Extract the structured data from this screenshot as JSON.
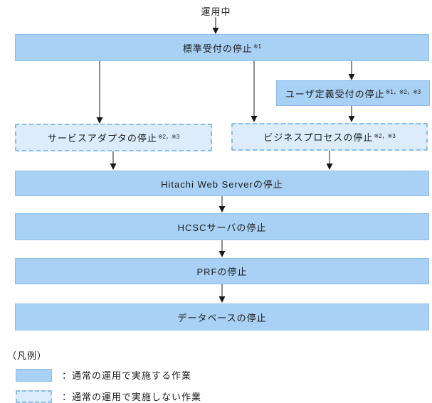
{
  "diagram": {
    "start_label": "運用中",
    "nodes": [
      {
        "label": "標準受付の停止",
        "note": "※1",
        "style": "solid"
      },
      {
        "label": "ユーザ定義受付の停止",
        "note": "※1，※2，※3",
        "style": "solid"
      },
      {
        "label": "サービスアダプタの停止",
        "note": "※2，※3",
        "style": "dashed"
      },
      {
        "label": "ビジネスプロセスの停止",
        "note": "※2，※3",
        "style": "dashed"
      },
      {
        "label": "Hitachi Web Serverの停止",
        "note": "",
        "style": "solid"
      },
      {
        "label": "HCSCサーバの停止",
        "note": "",
        "style": "solid"
      },
      {
        "label": "PRFの停止",
        "note": "",
        "style": "solid"
      },
      {
        "label": "データベースの停止",
        "note": "",
        "style": "solid"
      }
    ],
    "legend": {
      "title": "（凡例）",
      "items": [
        {
          "swatch": "solid",
          "label": "：通常の運用で実施する作業"
        },
        {
          "swatch": "dashed",
          "label": "：通常の運用で実施しない作業"
        }
      ]
    },
    "colors": {
      "solid_fill": "#a9d1f5",
      "solid_border": "#8bbde8",
      "dashed_fill": "#ddecfa",
      "dashed_border": "#85bdec",
      "arrow": "#1a1a1a"
    }
  }
}
